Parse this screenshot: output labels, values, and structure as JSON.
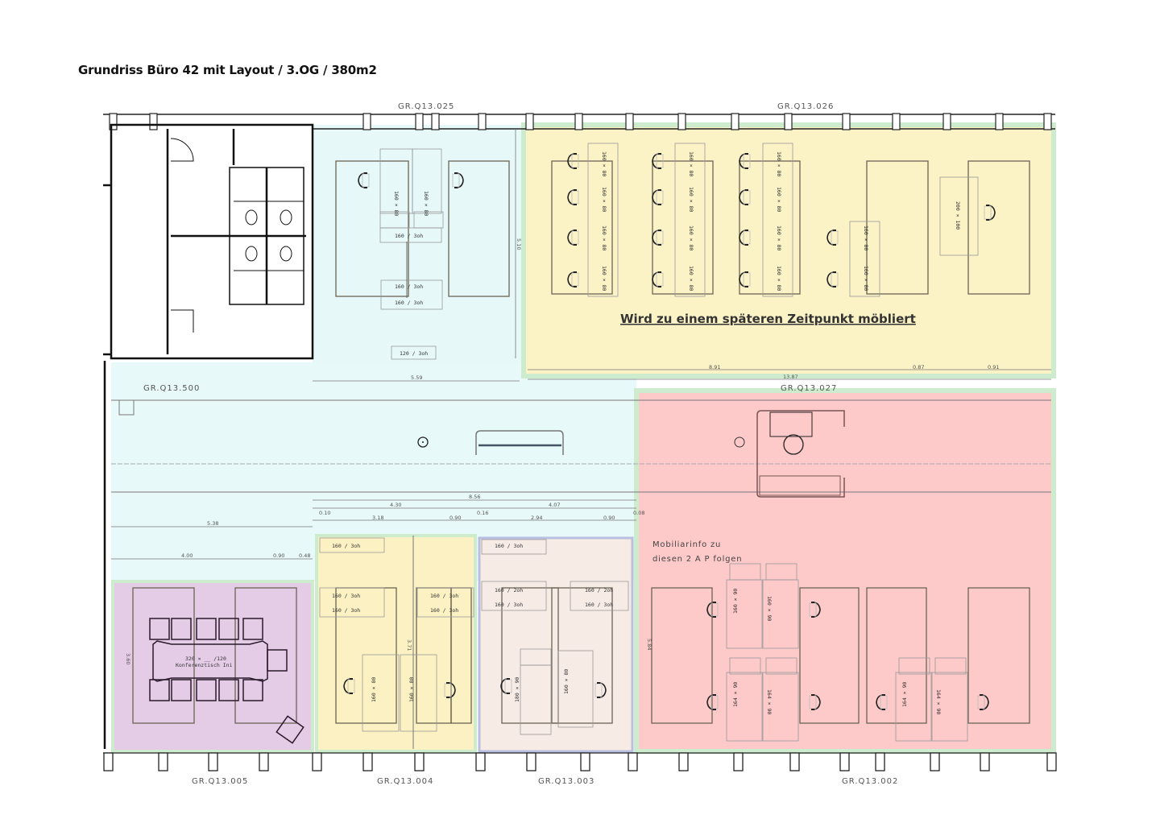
{
  "title": "Grundriss Büro 42 mit Layout / 3.OG / 380m2",
  "rooms": {
    "q13_025": "GR.Q13.025",
    "q13_026": "GR.Q13.026",
    "q13_500": "GR.Q13.500",
    "q13_027": "GR.Q13.027",
    "q13_005": "GR.Q13.005",
    "q13_004": "GR.Q13.004",
    "q13_003": "GR.Q13.003",
    "q13_002": "GR.Q13.002"
  },
  "notes": {
    "q13_026": "Wird zu einem späteren Zeitpunkt möbliert",
    "q13_027_line1": "Mobiliarinfo zu",
    "q13_027_line2": "diesen 2 A P folgen"
  },
  "dimensions": {
    "d559": "5.59",
    "d856": "8.56",
    "d430": "4.30",
    "d407": "4.07",
    "d010": "0.10",
    "d318": "3.18",
    "d090a": "0.90",
    "d016": "0.16",
    "d294": "2.94",
    "d090b": "0.90",
    "d008": "0.08",
    "d538": "5.38",
    "d400": "4.00",
    "d090c": "0.90",
    "d048": "0.48",
    "d891": "8.91",
    "d087": "0.87",
    "d091": "0.91",
    "d1387": "13.87",
    "d510": "5.10",
    "d371": "3.71",
    "d584": "5.84",
    "d360": "3.60"
  },
  "furniture": {
    "cab_160_3oh": "160 / 3oh",
    "cab_160_2oh": "160 / 2oh",
    "cab_120_3oh": "120 / 3oh",
    "desk_160_80": "160 × 80",
    "desk_180_90": "180 × 90",
    "desk_160_90": "160 × 90",
    "desk_164_90": "164 × 90",
    "desk_200_100": "200 × 100",
    "conf_size": "320 × __ /120",
    "conf_name": "Konferenztisch Ini"
  },
  "colors": {
    "q13_025": "#e6f8f8",
    "q13_026": "#fbf3c6",
    "q13_500": "#e8f9f9",
    "q13_027": "#fdc9c9",
    "q13_005": "#e4cbe6",
    "q13_004": "#fbf1c2",
    "q13_003": "#f7ebe6",
    "zone_border": "#cdeccd"
  }
}
